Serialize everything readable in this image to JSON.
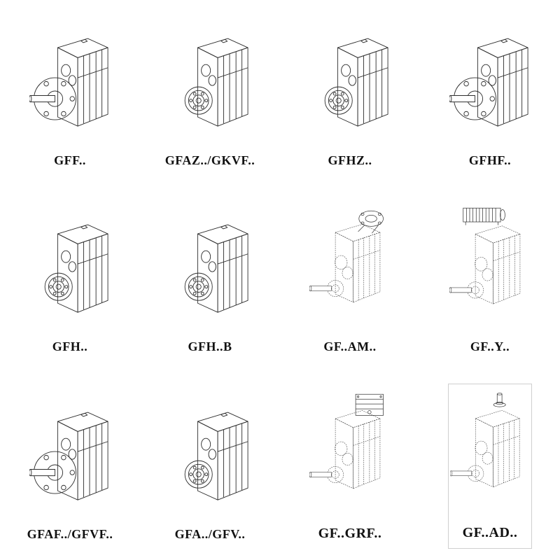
{
  "page": {
    "background": "#ffffff",
    "line_color": "#2e2e2e",
    "dashed_line_color": "#4b4b4b"
  },
  "catalog": {
    "cells": [
      {
        "label": "GFF..",
        "drawing": "gearbox-solid-front-flange-icon"
      },
      {
        "label": "GFAZ../GKVF..",
        "drawing": "gearbox-solid-bearing-hub-icon"
      },
      {
        "label": "GFHZ..",
        "drawing": "gearbox-solid-bearing-hub-icon"
      },
      {
        "label": "GFHF..",
        "drawing": "gearbox-solid-front-flange-icon"
      },
      {
        "label": "GFH..",
        "drawing": "gearbox-solid-bearing-hub-icon"
      },
      {
        "label": "GFH..B",
        "drawing": "gearbox-solid-bearing-hub-icon"
      },
      {
        "label": "GF..AM..",
        "drawing": "gearbox-dashed-top-flange-icon"
      },
      {
        "label": "GF..Y..",
        "drawing": "gearbox-dashed-motor-icon"
      },
      {
        "label": "GFAF../GFVF..",
        "drawing": "gearbox-solid-front-flange-icon"
      },
      {
        "label": "GFA../GFV..",
        "drawing": "gearbox-solid-bearing-hub-icon"
      },
      {
        "label": "GF..GRF..",
        "drawing": "gearbox-dashed-terminal-box-icon"
      },
      {
        "label": "GF..AD..",
        "drawing": "gearbox-dashed-top-shaft-icon"
      }
    ]
  }
}
